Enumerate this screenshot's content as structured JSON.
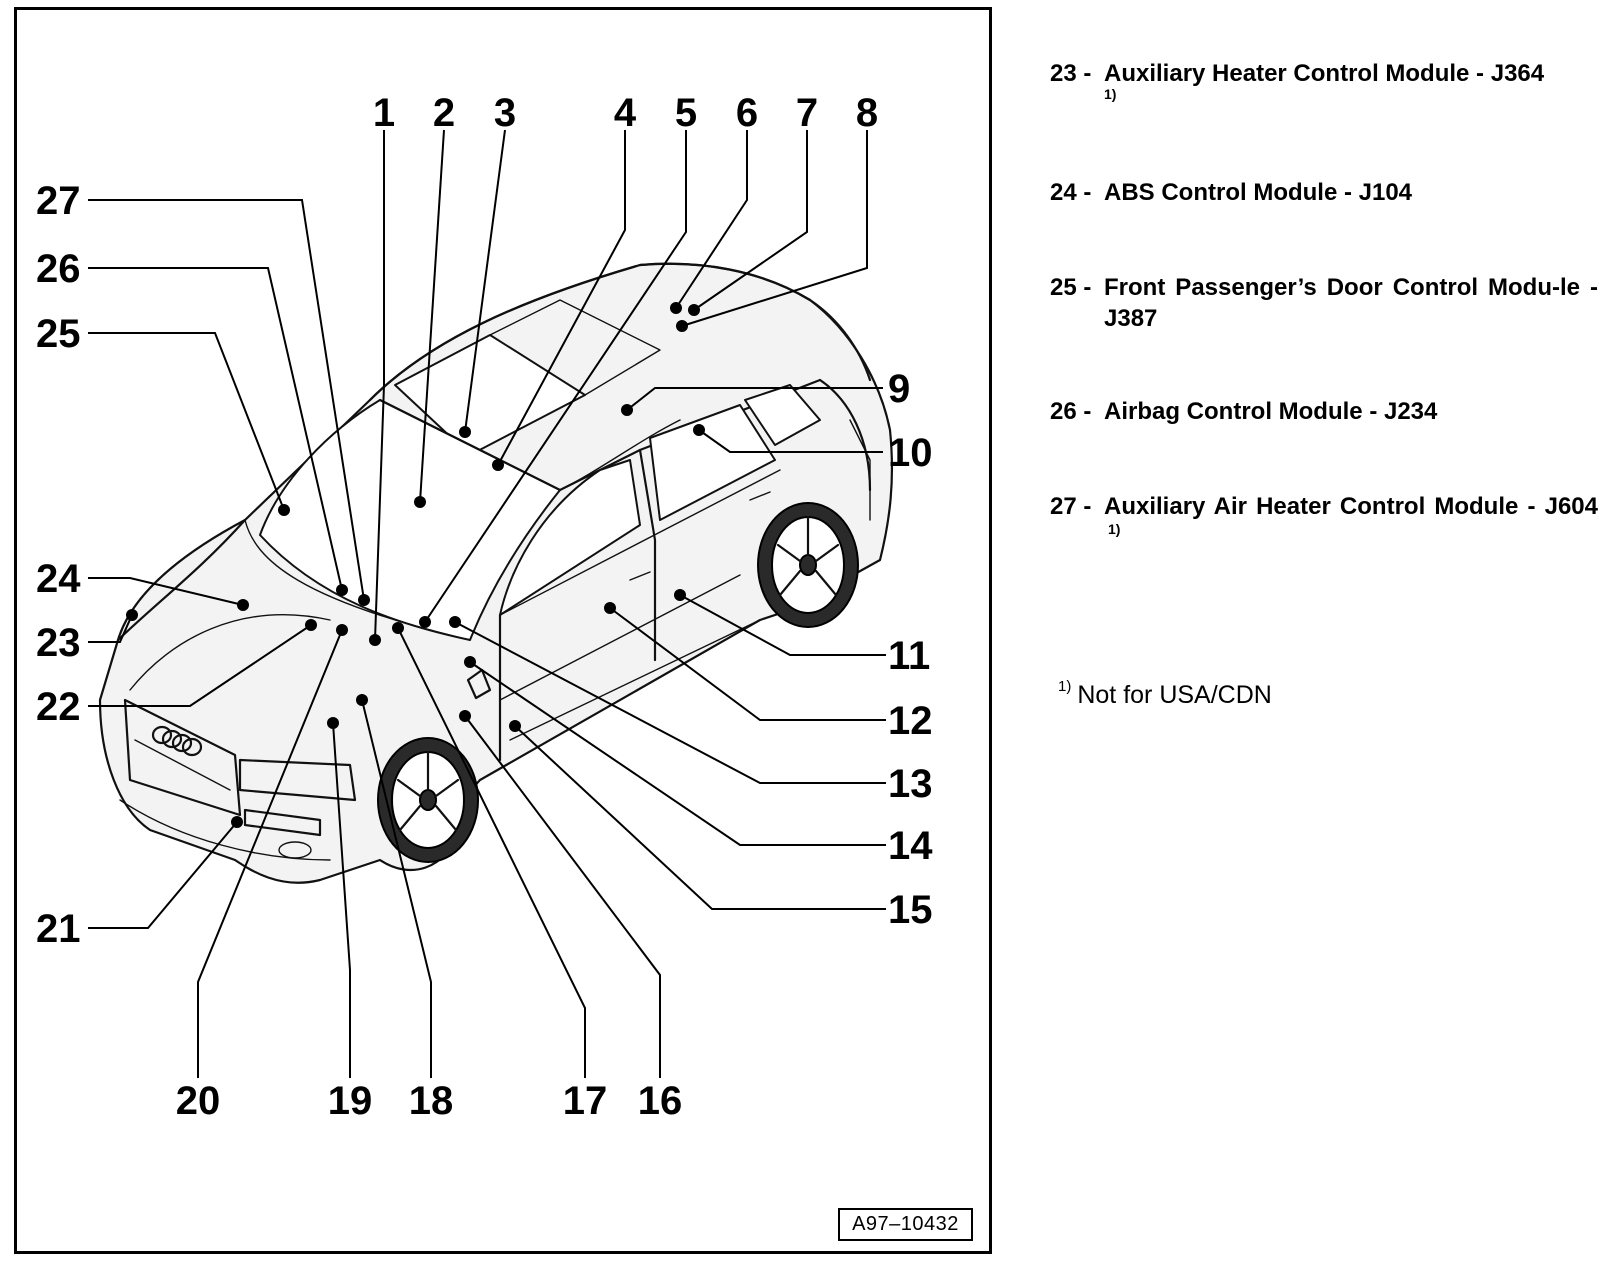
{
  "figure": {
    "id": "A97–10432",
    "callouts": [
      "1",
      "2",
      "3",
      "4",
      "5",
      "6",
      "7",
      "8",
      "9",
      "10",
      "11",
      "12",
      "13",
      "14",
      "15",
      "16",
      "17",
      "18",
      "19",
      "20",
      "21",
      "22",
      "23",
      "24",
      "25",
      "26",
      "27"
    ]
  },
  "legend": {
    "items": [
      {
        "num": "23 -",
        "label": "Auxiliary Heater Control Module - J364",
        "note": "1)"
      },
      {
        "num": "24 -",
        "label": "ABS Control Module - J104",
        "note": ""
      },
      {
        "num": "25 -",
        "label": "Front Passenger’s Door Control Modu-le - J387",
        "note": ""
      },
      {
        "num": "26 -",
        "label": "Airbag Control Module - J234",
        "note": ""
      },
      {
        "num": "27 -",
        "label": "Auxiliary Air Heater Control Module - J604",
        "note": "1)"
      }
    ],
    "footnote": {
      "mark": "1)",
      "text": "Not for USA/CDN"
    }
  }
}
